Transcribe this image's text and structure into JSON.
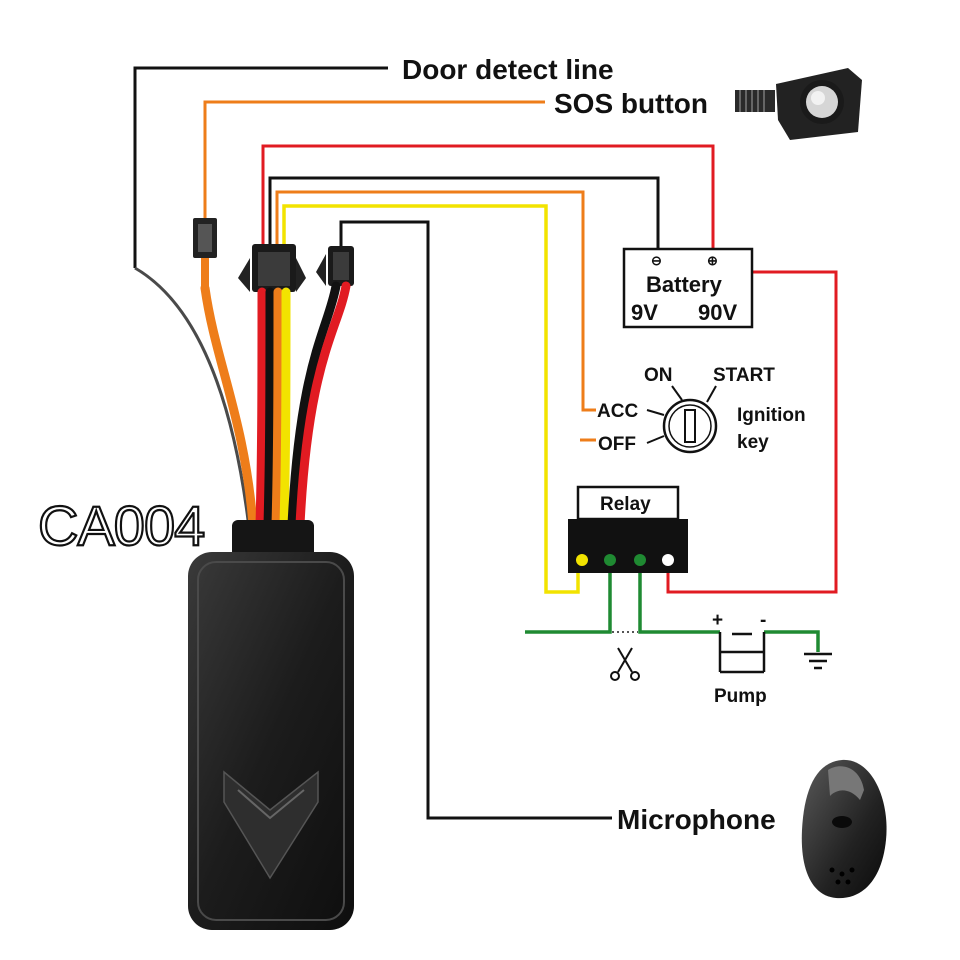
{
  "model_label": "CA004",
  "labels": {
    "door_detect_line": "Door detect line",
    "sos_button": "SOS button",
    "microphone": "Microphone",
    "battery": "Battery",
    "battery_minus": "⊖",
    "battery_plus": "⊕",
    "battery_9v": "9V",
    "battery_90v": "90V",
    "acc": "ACC",
    "off": "OFF",
    "on": "ON",
    "start": "START",
    "ignition_key_line1": "Ignition",
    "ignition_key_line2": "key",
    "relay": "Relay",
    "pump": "Pump",
    "pump_plus": "+",
    "pump_minus": "-"
  },
  "colors": {
    "wire_black": "#111111",
    "wire_orange": "#ee7d1a",
    "wire_red": "#e11b22",
    "wire_yellow": "#f2e300",
    "wire_green": "#1f8a32",
    "device_body": "#1c1c1c"
  }
}
